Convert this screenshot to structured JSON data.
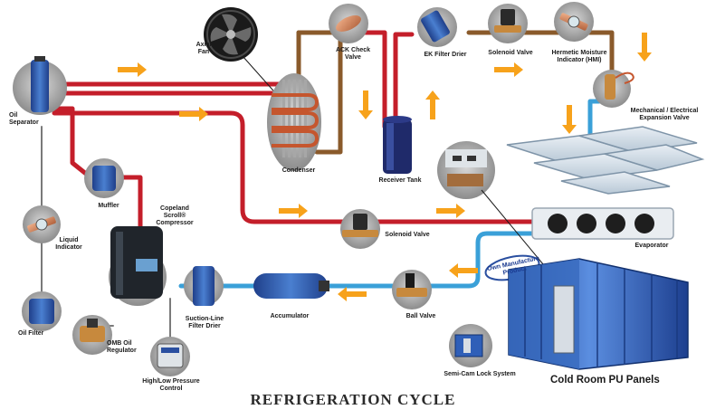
{
  "title": "REFRIGERATION CYCLE",
  "labels": {
    "axial_fan": "Axial\nFan",
    "ack_check_valve": "ACK Check\nValve",
    "ek_filter_drier": "EK Filter Drier",
    "solenoid_valve_top": "Solenoid Valve",
    "hmi": "Hermetic Moisture\nIndicator (HMI)",
    "expansion_valve": "Mechanical / Electrical\nExpansion Valve",
    "oil_separator": "Oil\nSeparator",
    "condenser": "Condenser",
    "receiver_tank": "Receiver Tank",
    "muffler": "Muffler",
    "compressor": "Copeland\nScroll®\nCompressor",
    "liquid_indicator": "Liquid\nIndicator",
    "solenoid_valve_mid": "Solenoid Valve",
    "evaporator": "Evaporator",
    "own_manufacture": "Own Manufacture\nProduct",
    "oil_filter": "Oil Filter",
    "omb_oil_regulator": "OMB Oil\nRegulator",
    "suction_line_filter_drier": "Suction-Line\nFilter Drier",
    "accumulator": "Accumulator",
    "ball_valve": "Ball Valve",
    "pressure_control": "High/Low Pressure\nControl",
    "semi_cam_lock": "Semi-Cam Lock System",
    "cold_room": "Cold Room PU Panels"
  },
  "colors": {
    "hot_line": "#c41e2a",
    "liquid_line": "#8a5a2b",
    "suction_line": "#3aa0d8",
    "flow_arrow": "#f7a21b",
    "panel_blue": "#2f5fb8",
    "ring_gray": "#9a9a9a"
  }
}
